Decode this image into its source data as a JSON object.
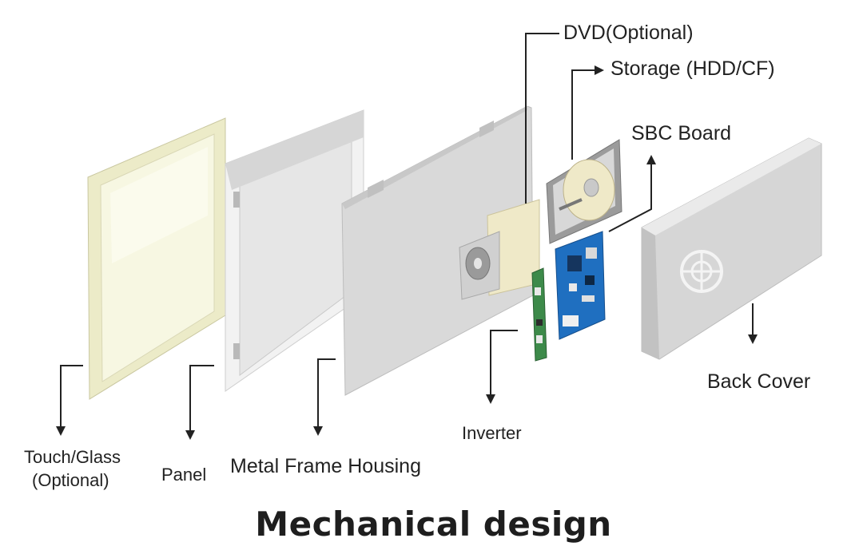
{
  "title": "Mechanical design",
  "labels": {
    "touch_line1": "Touch/Glass",
    "touch_line2": "(Optional)",
    "panel": "Panel",
    "metal_frame": "Metal Frame Housing",
    "inverter": "Inverter",
    "dvd": "DVD(Optional)",
    "storage": "Storage (HDD/CF)",
    "sbc": "SBC Board",
    "back_cover": "Back Cover"
  },
  "colors": {
    "glass_frame": "#ecebc8",
    "glass_pane": "#f7f7e2",
    "metal": "#dcdcdc",
    "metal_edge": "#bdbdbd",
    "pcb_blue": "#1f6fc0",
    "pcb_green": "#3d8a4a",
    "drive_tan": "#efe9c8",
    "arrow": "#222222"
  }
}
